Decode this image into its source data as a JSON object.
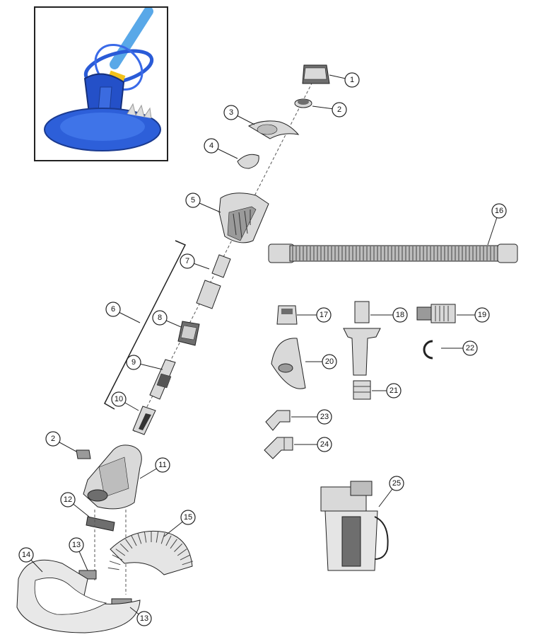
{
  "inset": {
    "name": "product-photo-inset"
  },
  "callouts": [
    {
      "n": "1"
    },
    {
      "n": "2"
    },
    {
      "n": "3"
    },
    {
      "n": "4"
    },
    {
      "n": "5"
    },
    {
      "n": "16"
    },
    {
      "n": "7"
    },
    {
      "n": "6"
    },
    {
      "n": "8"
    },
    {
      "n": "9"
    },
    {
      "n": "10"
    },
    {
      "n": "17"
    },
    {
      "n": "18"
    },
    {
      "n": "19"
    },
    {
      "n": "20"
    },
    {
      "n": "22"
    },
    {
      "n": "21"
    },
    {
      "n": "23"
    },
    {
      "n": "24"
    },
    {
      "n": "2"
    },
    {
      "n": "11"
    },
    {
      "n": "25"
    },
    {
      "n": "12"
    },
    {
      "n": "15"
    },
    {
      "n": "14"
    },
    {
      "n": "13"
    },
    {
      "n": "13"
    }
  ],
  "colors": {
    "line": "#222222",
    "part_fill": "#d9d9d9",
    "part_dark": "#6e6e6e",
    "photo_blue": "#2a5bd7",
    "photo_yellow": "#f2c21b",
    "photo_light_blue": "#59a8e8"
  }
}
